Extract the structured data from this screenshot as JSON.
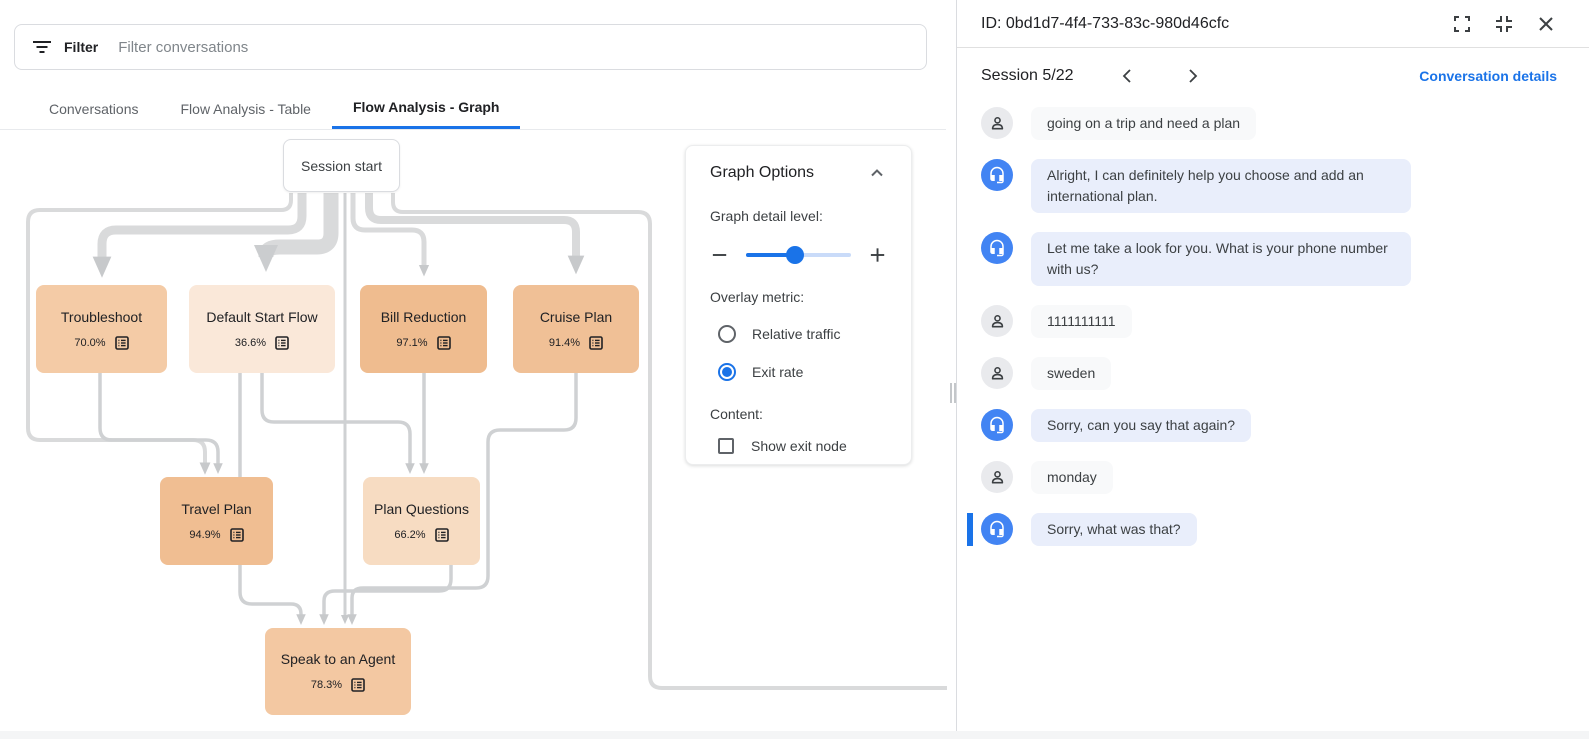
{
  "filter_bar": {
    "label": "Filter",
    "placeholder": "Filter conversations"
  },
  "tabs": [
    {
      "label": "Conversations",
      "active": false
    },
    {
      "label": "Flow Analysis - Table",
      "active": false
    },
    {
      "label": "Flow Analysis - Graph",
      "active": true
    }
  ],
  "graph": {
    "start_node": {
      "label": "Session start"
    },
    "nodes": [
      {
        "label": "Troubleshoot",
        "exit_rate": "70.0%",
        "color": "#F4CBA6"
      },
      {
        "label": "Default Start Flow",
        "exit_rate": "36.6%",
        "color": "#FAE8D9"
      },
      {
        "label": "Bill Reduction",
        "exit_rate": "97.1%",
        "color": "#EFBC8F"
      },
      {
        "label": "Cruise Plan",
        "exit_rate": "91.4%",
        "color": "#F0C096"
      },
      {
        "label": "Travel Plan",
        "exit_rate": "94.9%",
        "color": "#F0BE92"
      },
      {
        "label": "Plan Questions",
        "exit_rate": "66.2%",
        "color": "#F7DCC2"
      },
      {
        "label": "Speak to an Agent",
        "exit_rate": "78.3%",
        "color": "#F3C8A2"
      }
    ]
  },
  "graph_options": {
    "title": "Graph Options",
    "detail_label": "Graph detail level:",
    "overlay_label": "Overlay metric:",
    "radios": [
      {
        "label": "Relative traffic",
        "selected": false
      },
      {
        "label": "Exit rate",
        "selected": true
      }
    ],
    "content_label": "Content:",
    "checkbox": {
      "label": "Show exit node",
      "checked": false
    },
    "slider_percent": 47
  },
  "detail_panel": {
    "title": "ID: 0bd1d7-4f4-733-83c-980d46cfc",
    "session_label": "Session 5/22",
    "details_link": "Conversation details",
    "messages": [
      {
        "role": "user",
        "text": "going on a trip and need a plan",
        "selected": false
      },
      {
        "role": "agent",
        "text": "Alright, I can definitely help you choose and add an international plan.",
        "selected": false
      },
      {
        "role": "agent",
        "text": "Let me take a look for you. What is your phone number with us?",
        "selected": false
      },
      {
        "role": "user",
        "text": "1111111111",
        "selected": false
      },
      {
        "role": "user",
        "text": "sweden",
        "selected": false
      },
      {
        "role": "agent",
        "text": "Sorry, can you say that again?",
        "selected": false
      },
      {
        "role": "user",
        "text": "monday",
        "selected": false
      },
      {
        "role": "agent",
        "text": "Sorry, what was that?",
        "selected": true
      }
    ]
  },
  "colors": {
    "accent": "#1A73E8",
    "edge": "#D9DBDC",
    "agent_avatar": "#4284F3",
    "agent_bubble": "#E9EEFB",
    "user_bubble": "#F8F9FA",
    "selected_bar": "#1A73E8"
  }
}
